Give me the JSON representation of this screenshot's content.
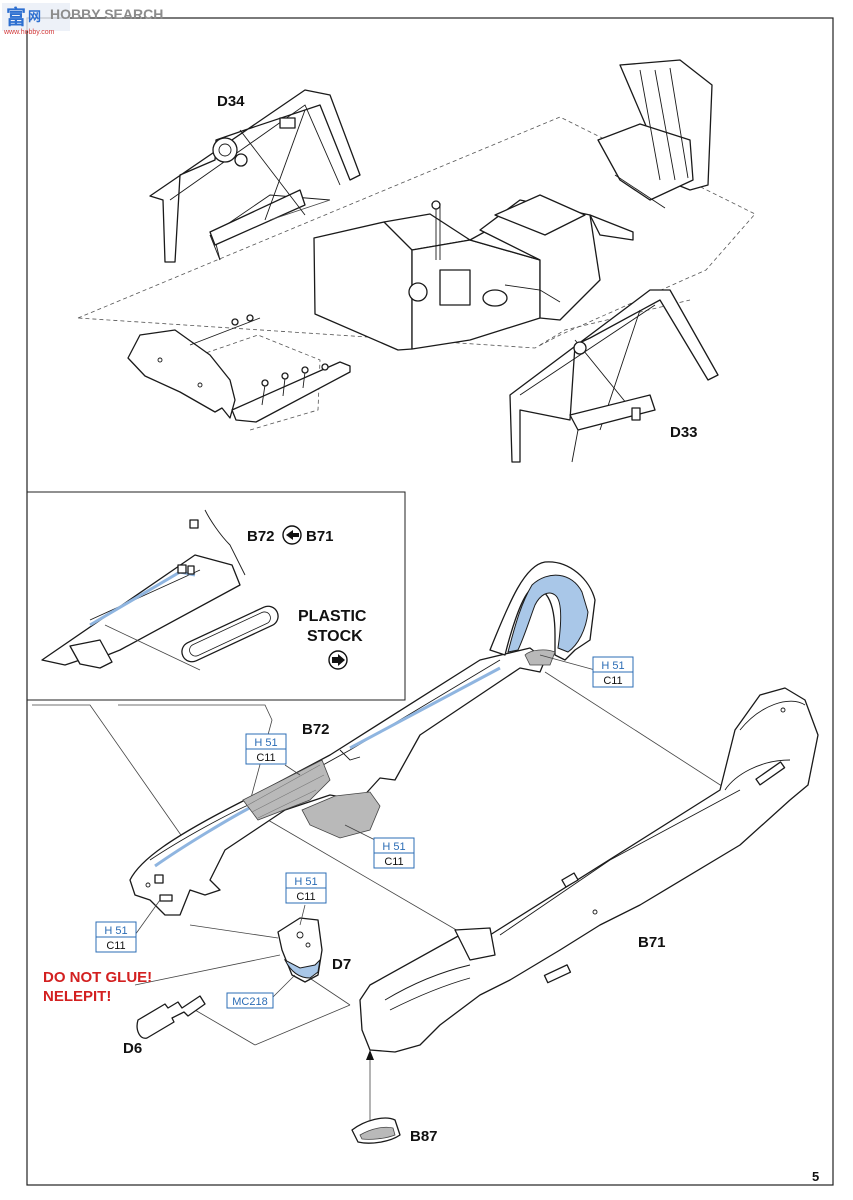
{
  "watermark": {
    "brand": "HOBBY SEARCH",
    "prefix": "富",
    "sub": "www.hobby.com"
  },
  "page_number": "5",
  "cockpit_labels": {
    "d34": "D34",
    "d33": "D33"
  },
  "inset": {
    "b72": "B72",
    "b71": "B71",
    "plastic": "PLASTIC",
    "stock": "STOCK"
  },
  "fuselage_labels": {
    "b72": "B72",
    "b71": "B71",
    "d7": "D7",
    "d6": "D6",
    "b87": "B87"
  },
  "warning": {
    "line1": "DO NOT GLUE!",
    "line2": "NELEPIT!"
  },
  "paint_codes": [
    {
      "top": "H 51",
      "bottom": "C11"
    },
    {
      "top": "H 51",
      "bottom": "C11"
    },
    {
      "top": "H 51",
      "bottom": "C11"
    },
    {
      "top": "H 51",
      "bottom": "C11"
    },
    {
      "top": "H 51",
      "bottom": "C11"
    }
  ],
  "mc_code": "MC218",
  "colors": {
    "paint_blue": "#2b6cb5",
    "warning_red": "#d32020",
    "highlight_blue": "#a9c7e8"
  }
}
